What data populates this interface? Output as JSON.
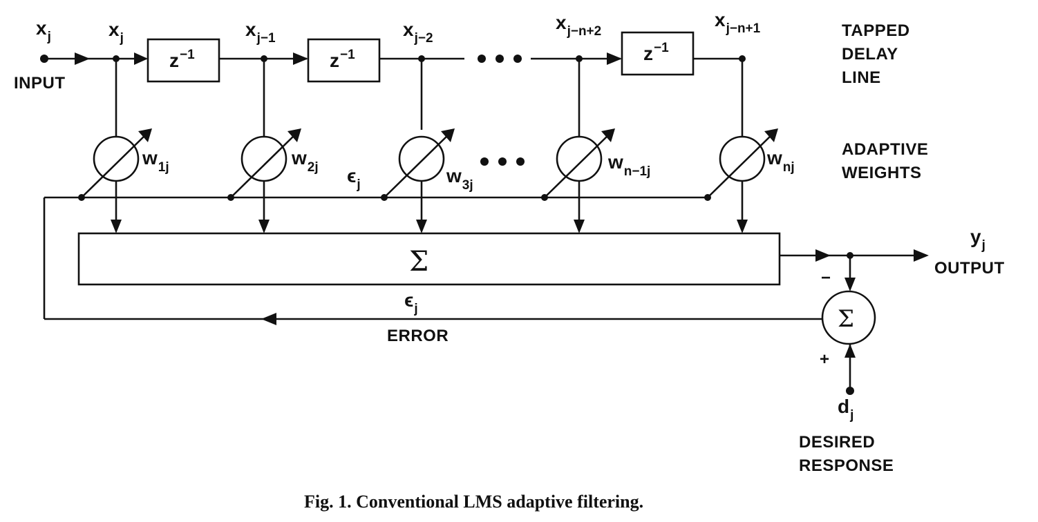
{
  "labels": {
    "input_symbol": "x",
    "input_symbol_sub": "j",
    "input": "INPUT",
    "tapped": "TAPPED",
    "delay": "DELAY",
    "line": "LINE",
    "adaptive": "ADAPTIVE",
    "weights": "WEIGHTS",
    "output_symbol": "y",
    "output_symbol_sub": "j",
    "output": "OUTPUT",
    "error_symbol": "ϵ",
    "error_symbol_sub": "j",
    "error": "ERROR",
    "desired_symbol": "d",
    "desired_symbol_sub": "j",
    "desired": "DESIRED",
    "response": "RESPONSE",
    "minus": "−",
    "plus": "+",
    "sigma": "Σ"
  },
  "taps": [
    {
      "x": "x",
      "sub": "j"
    },
    {
      "x": "x",
      "sub": "j−1"
    },
    {
      "x": "x",
      "sub": "j−2"
    },
    {
      "x": "x",
      "sub": "j−n+2"
    },
    {
      "x": "x",
      "sub": "j−n+1"
    }
  ],
  "delays": [
    {
      "z": "z",
      "sup": "−1"
    },
    {
      "z": "z",
      "sup": "−1"
    },
    {
      "z": "z",
      "sup": "−1"
    }
  ],
  "weights": [
    {
      "w": "w",
      "sub": "1j"
    },
    {
      "w": "w",
      "sub": "2j"
    },
    {
      "w": "w",
      "sub": "3j"
    },
    {
      "w": "w",
      "sub": "n−1j"
    },
    {
      "w": "w",
      "sub": "nj"
    }
  ],
  "ellipsis": "• • •",
  "caption": "Fig. 1.  Conventional LMS adaptive filtering."
}
